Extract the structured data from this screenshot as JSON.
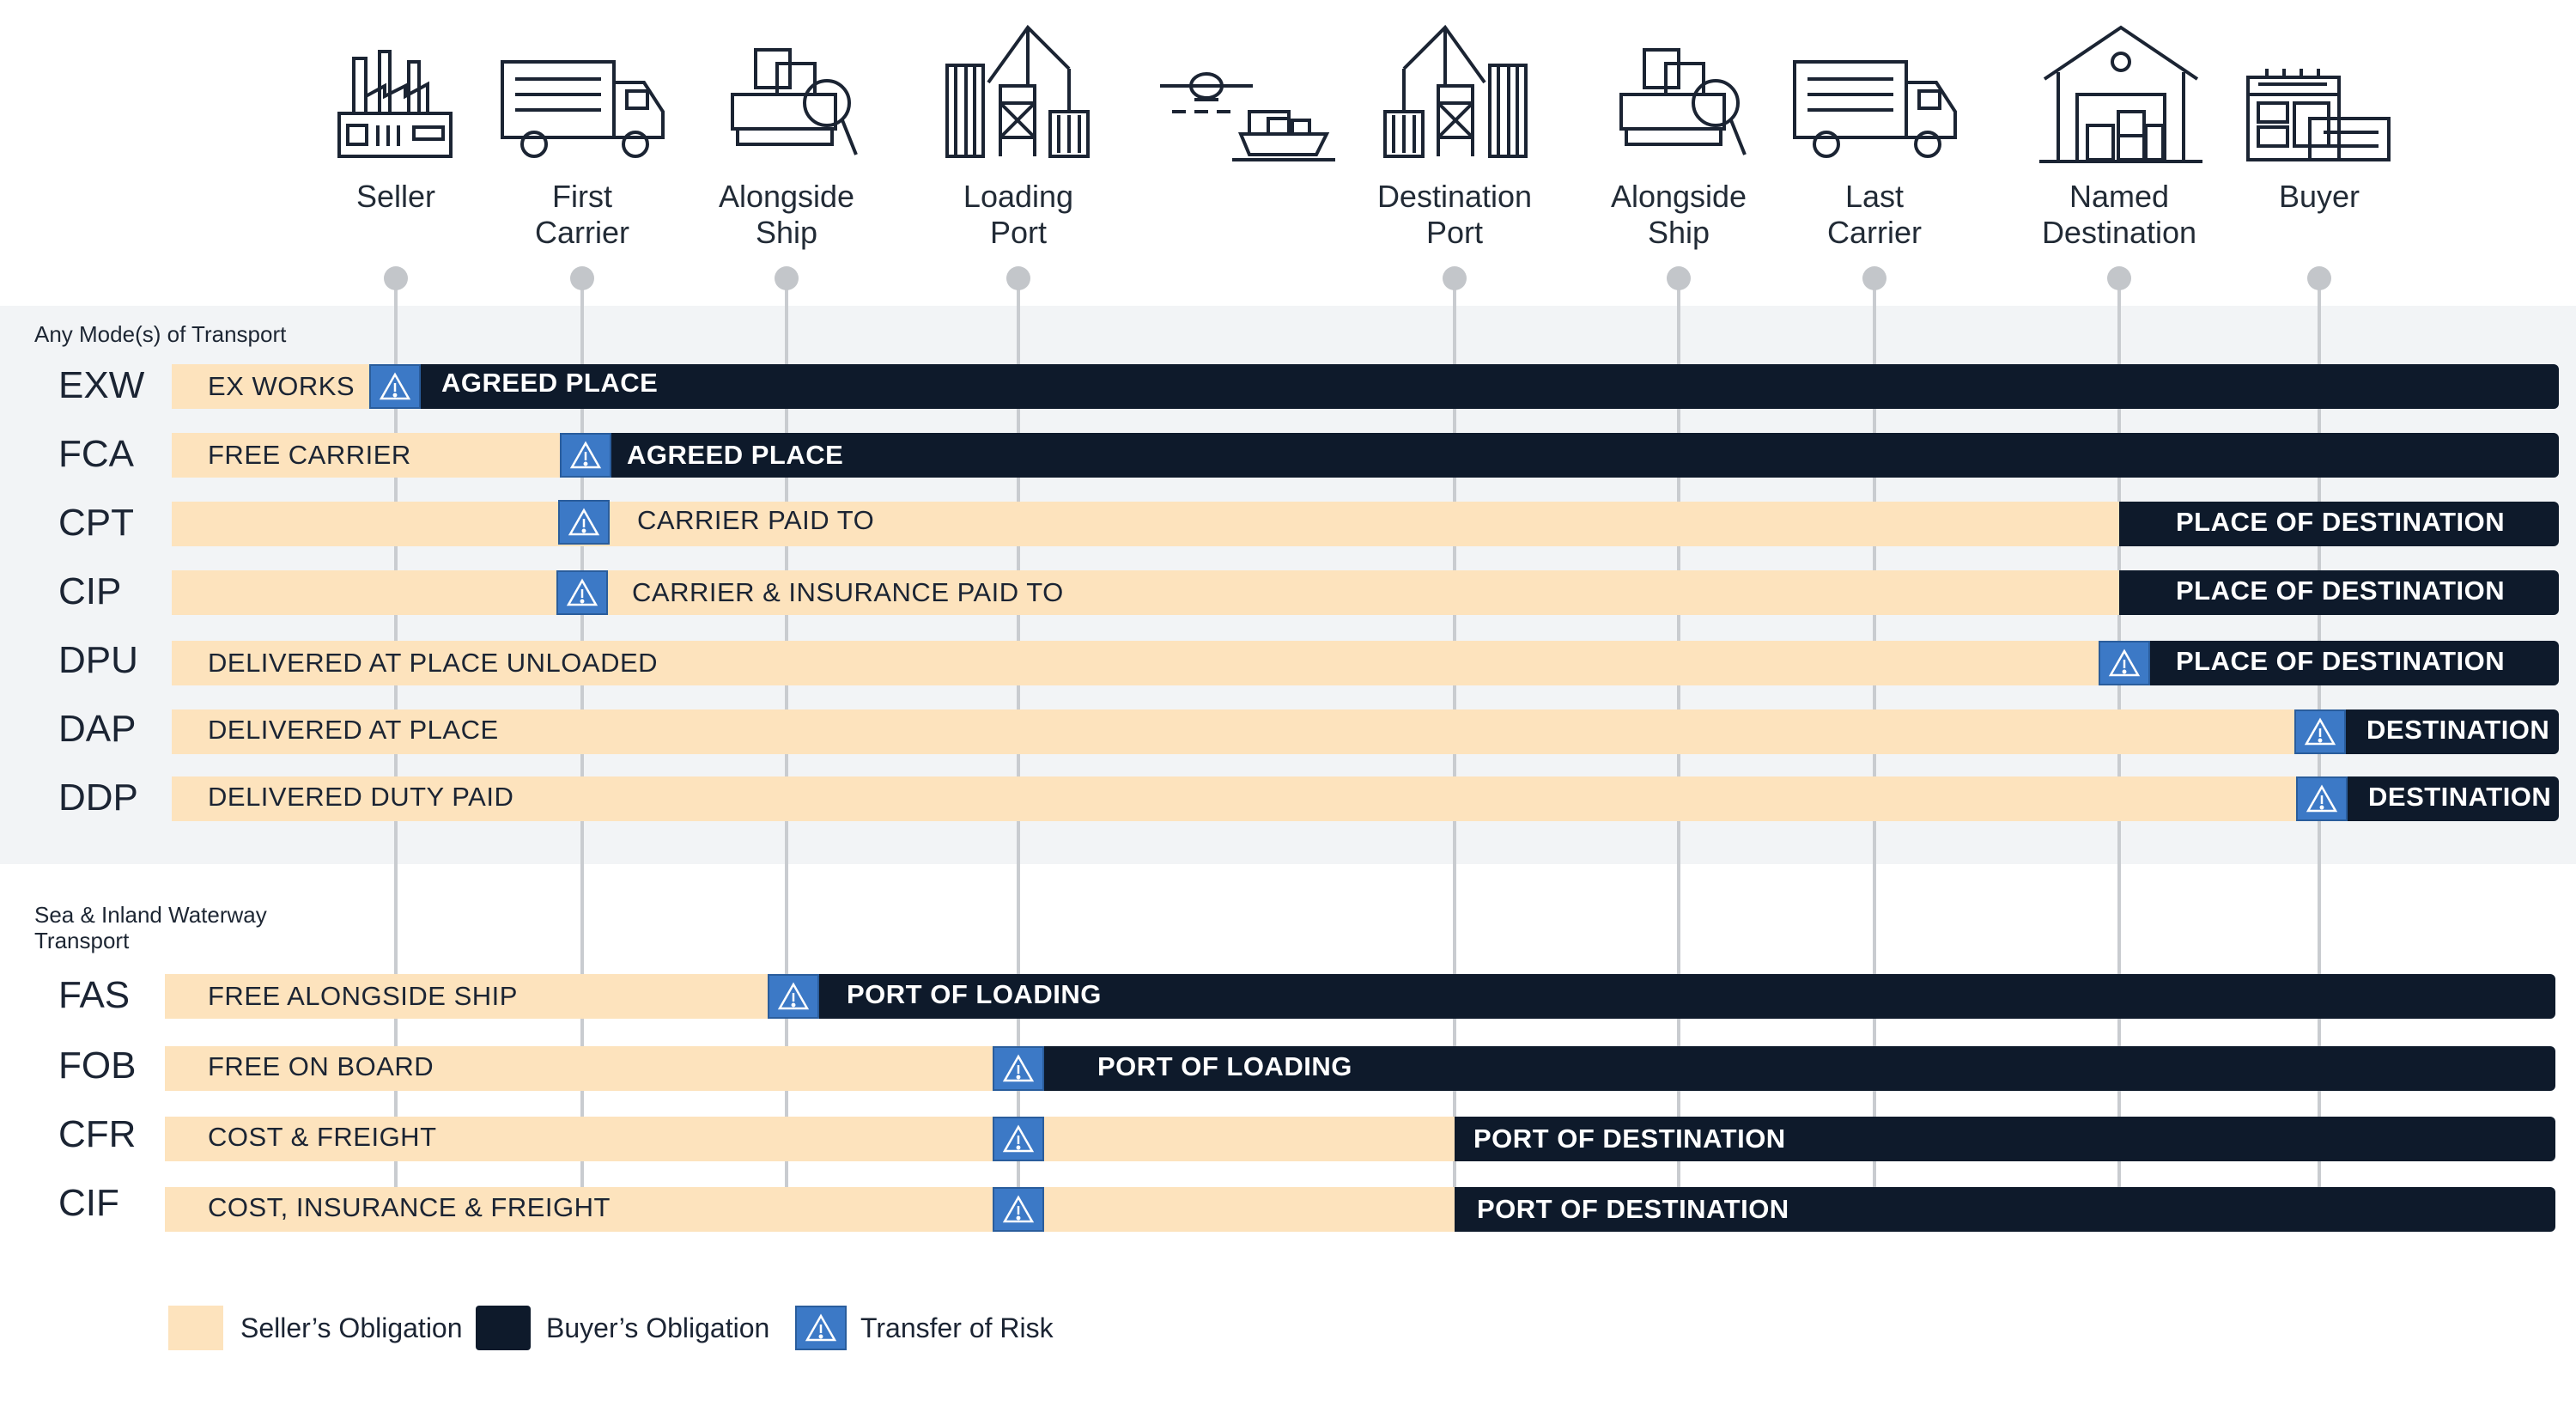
{
  "stages": [
    {
      "id": "seller",
      "label_1": "",
      "label_2": "Seller",
      "icon": "factory-icon"
    },
    {
      "id": "first-carrier",
      "label_1": "First",
      "label_2": "Carrier",
      "icon": "truck-icon"
    },
    {
      "id": "alongside-ship-1",
      "label_1": "Alongside",
      "label_2": "Ship",
      "icon": "cargo-inspection-icon"
    },
    {
      "id": "loading-port",
      "label_1": "Loading",
      "label_2": "Port",
      "icon": "port-crane-icon"
    },
    {
      "id": "transit",
      "label_1": "",
      "label_2": "",
      "icon": "plane-and-ship-icon"
    },
    {
      "id": "destination-port",
      "label_1": "Destination",
      "label_2": "Port",
      "icon": "port-crane-icon"
    },
    {
      "id": "alongside-ship-2",
      "label_1": "Alongside",
      "label_2": "Ship",
      "icon": "cargo-inspection-icon"
    },
    {
      "id": "last-carrier",
      "label_1": "Last",
      "label_2": "Carrier",
      "icon": "truck-icon"
    },
    {
      "id": "named-destination",
      "label_1": "Named",
      "label_2": "Destination",
      "icon": "warehouse-icon"
    },
    {
      "id": "buyer",
      "label_1": "",
      "label_2": "Buyer",
      "icon": "store-icon"
    }
  ],
  "sections": {
    "any_mode": "Any Mode(s) of Transport",
    "sea_line1": "Sea & Inland Waterway",
    "sea_line2": "Transport"
  },
  "rows": [
    {
      "code": "EXW",
      "seller_text": "EX WORKS",
      "buyer_text": "AGREED PLACE"
    },
    {
      "code": "FCA",
      "seller_text": "FREE CARRIER",
      "buyer_text": "AGREED PLACE"
    },
    {
      "code": "CPT",
      "seller_text": "CARRIER PAID TO",
      "buyer_text": "PLACE OF DESTINATION"
    },
    {
      "code": "CIP",
      "seller_text": "CARRIER & INSURANCE PAID TO",
      "buyer_text": "PLACE OF DESTINATION"
    },
    {
      "code": "DPU",
      "seller_text": "DELIVERED AT PLACE UNLOADED",
      "buyer_text": "PLACE OF DESTINATION"
    },
    {
      "code": "DAP",
      "seller_text": "DELIVERED AT PLACE",
      "buyer_text": "DESTINATION"
    },
    {
      "code": "DDP",
      "seller_text": "DELIVERED DUTY PAID",
      "buyer_text": "DESTINATION"
    },
    {
      "code": "FAS",
      "seller_text": "FREE ALONGSIDE SHIP",
      "buyer_text": "PORT OF LOADING"
    },
    {
      "code": "FOB",
      "seller_text": "FREE ON BOARD",
      "buyer_text": "PORT OF LOADING"
    },
    {
      "code": "CFR",
      "seller_text": "COST & FREIGHT",
      "buyer_text": "PORT OF DESTINATION"
    },
    {
      "code": "CIF",
      "seller_text": "COST, INSURANCE & FREIGHT",
      "buyer_text": "PORT OF DESTINATION"
    }
  ],
  "legend": {
    "seller": "Seller’s Obligation",
    "buyer": "Buyer’s Obligation",
    "risk": "Transfer of Risk"
  },
  "colors": {
    "seller": "#fde3bd",
    "buyer": "#0e1a2b",
    "risk": "#3c79c6",
    "band": "#f2f4f6"
  }
}
